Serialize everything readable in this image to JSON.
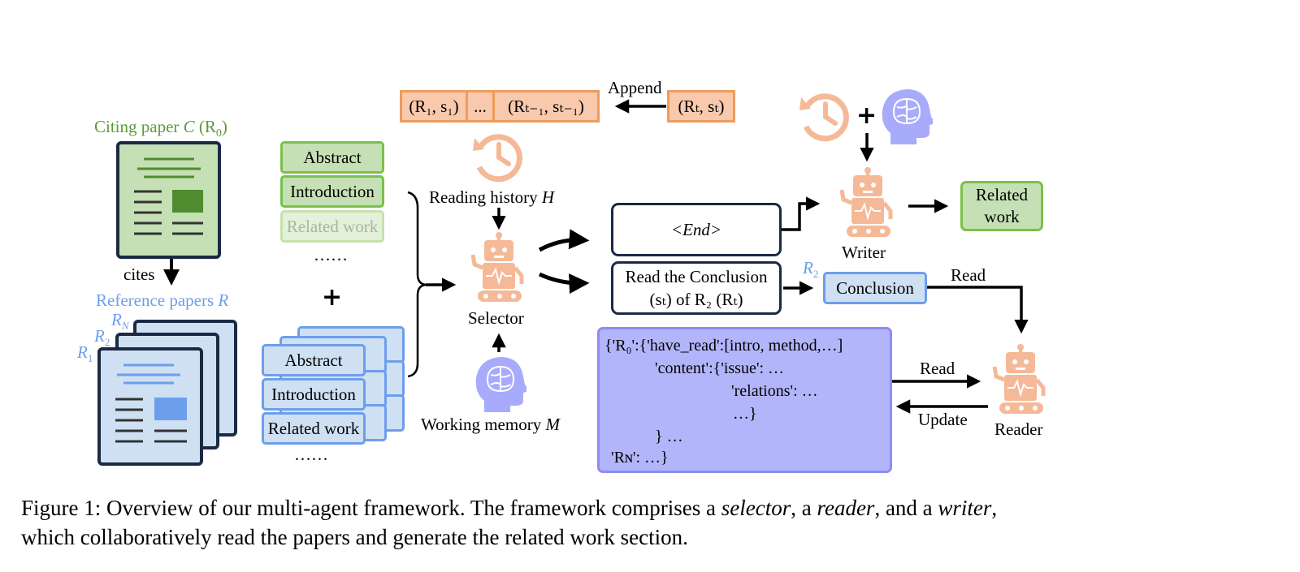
{
  "citing": {
    "label_prefix": "Citing paper",
    "label_C": "C",
    "label_R0": "(R",
    "label_R0_sub": "0",
    "label_close": ")",
    "cites": "cites"
  },
  "reference": {
    "label_prefix": "Reference papers",
    "label_R": "R",
    "r1": "R",
    "r1_sub": "1",
    "r2": "R",
    "r2_sub": "2",
    "rN": "R",
    "rN_sub": "N"
  },
  "sections_citing": {
    "abstract": "Abstract",
    "introduction": "Introduction",
    "related_work": "Related work",
    "ellipsis": "……"
  },
  "plus": "+",
  "sections_ref": {
    "abstract": "Abstract",
    "introduction": "Introduction",
    "related_work": "Related work",
    "ellipsis": "……"
  },
  "history_bar": {
    "cell1": "(R₁, s₁)",
    "cell2": "...",
    "cell3": "(Rₜ₋₁, sₜ₋₁)",
    "append": "Append",
    "new_cell": "(Rₜ, sₜ)"
  },
  "reading_history": {
    "text": "Reading history",
    "var": "H"
  },
  "selector": {
    "label": "Selector"
  },
  "working_memory": {
    "text": "Working memory",
    "var": "M"
  },
  "end_box": {
    "text": "<End>"
  },
  "read_box": {
    "line1": "Read the Conclusion",
    "line2": "(sₜ) of R₂ (Rₜ)"
  },
  "writer": {
    "label": "Writer"
  },
  "related_work_out": {
    "line1": "Related",
    "line2": "work"
  },
  "conclusion": {
    "tag": "R",
    "tag_sub": "2",
    "label": "Conclusion",
    "read": "Read"
  },
  "reader": {
    "label": "Reader",
    "read": "Read",
    "update": "Update"
  },
  "memory": {
    "line1": "{'R₀':{'have_read':[intro, method,…]",
    "line2": "'content':{'issue': …",
    "line3": "'relations': …",
    "line4": "…}",
    "line5": "} …",
    "line6": "'Rɴ': …}"
  },
  "caption": {
    "p1": "Figure 1: Overview of our multi-agent framework. The framework comprises a ",
    "selector": "selector",
    "p2": ", a ",
    "reader": "reader",
    "p3": ", and a ",
    "writer": "writer",
    "p4": ",",
    "p5": "which collaboratively read the papers and generate the related work section."
  },
  "colors": {
    "green_fill": "#c5e0b4",
    "green_border": "#7bc04a",
    "blue_fill": "#cfe0f3",
    "blue_border": "#6d9eeb",
    "navy": "#1b2a44",
    "orange_fill": "#f8c9ad",
    "orange_border": "#ef9b5d",
    "purple_fill": "#b3b5fb",
    "robot": "#f5b998",
    "brain": "#a8abfb"
  }
}
